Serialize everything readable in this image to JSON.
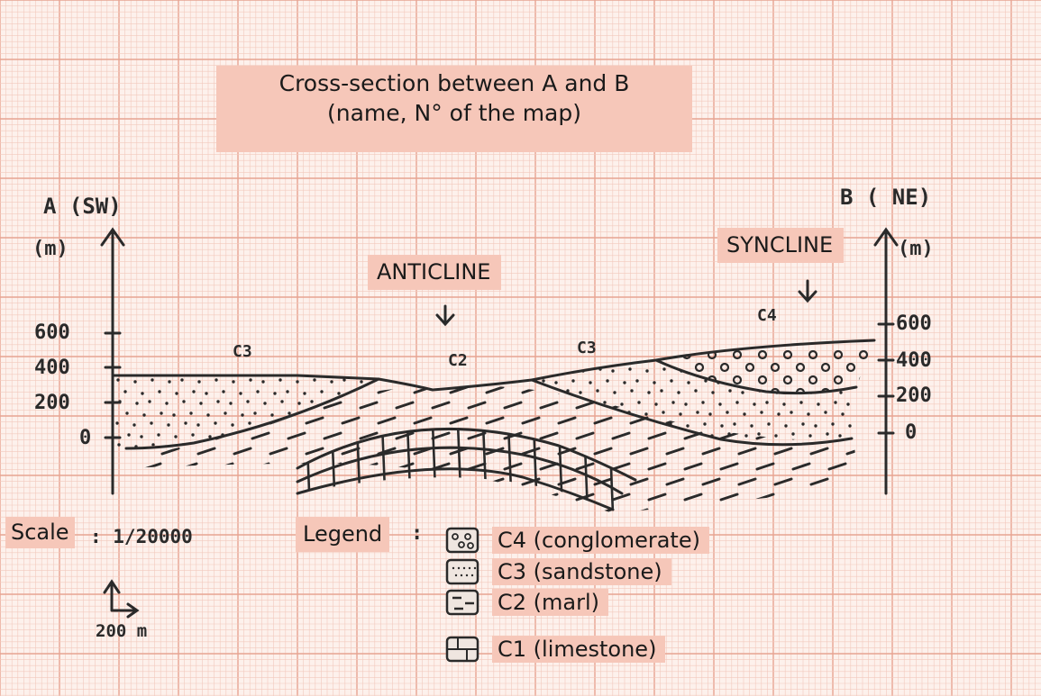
{
  "title": {
    "line1": "Cross-section between A and B",
    "line2": "(name, N° of the map)"
  },
  "left_axis": {
    "end_label": "A (SW)",
    "unit": "(m)",
    "ticks": [
      "600",
      "400",
      "200",
      "0"
    ]
  },
  "right_axis": {
    "end_label": "B ( NE)",
    "unit": "(m)",
    "ticks": [
      "600",
      "400",
      "200",
      "0"
    ]
  },
  "structures": {
    "anticline": "ANTICLINE",
    "syncline": "SYNCLINE"
  },
  "layer_labels": {
    "c3_left": "C3",
    "c2": "C2",
    "c3_right": "C3",
    "c4": "C4"
  },
  "scale": {
    "label": "Scale",
    "value": ": 1/20000",
    "bar": "200 m"
  },
  "legend": {
    "title": "Legend",
    "sep": ":",
    "items": [
      {
        "label": "C4 (conglomerate)",
        "pattern": "circles"
      },
      {
        "label": "C3 (sandstone)",
        "pattern": "dots"
      },
      {
        "label": "C2 (marl)",
        "pattern": "dashes"
      },
      {
        "label": "C1 (limestone)",
        "pattern": "bricks"
      }
    ]
  },
  "colors": {
    "paper": "#fdf1ec",
    "grid_minor": "#f2c9bd",
    "grid_major": "#e7a492",
    "label_box": "#f6c7b9",
    "ink": "#2a2a2a"
  }
}
